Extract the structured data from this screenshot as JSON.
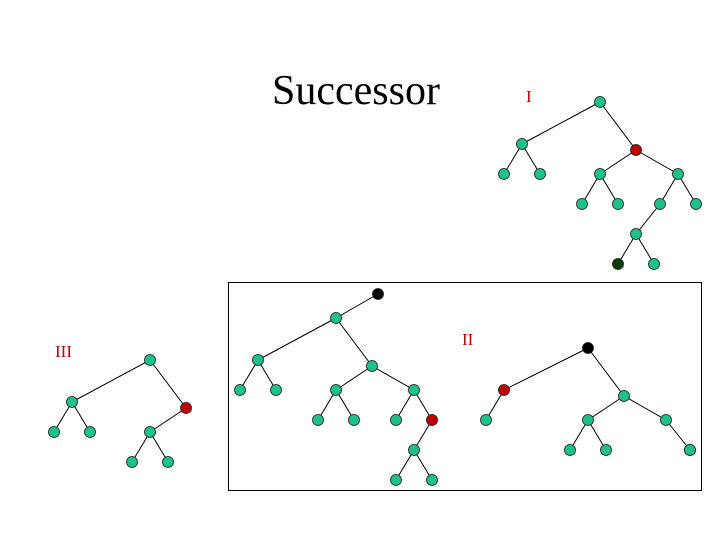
{
  "title": "Successor",
  "labels": {
    "case1": "I",
    "case2": "II",
    "case3": "III"
  },
  "colors": {
    "node_default": "#1ec08c",
    "node_highlight": "#c00000",
    "node_dark": "#000000",
    "node_darkgreen": "#0b3d0b",
    "edge": "#000000"
  },
  "trees": [
    {
      "id": "tree-case-1",
      "nodes": [
        "root",
        "left",
        "right-red",
        "l-left",
        "l-right",
        "r-left",
        "r-right",
        "rl-left",
        "rl-right",
        "rr-left",
        "rr-right",
        "rrl-left-darkgreen",
        "rrl-right"
      ]
    },
    {
      "id": "tree-case-2a",
      "nodes": [
        "parent-black",
        "root",
        "left",
        "right",
        "l-left",
        "l-right",
        "r-left",
        "r-right",
        "rl-left",
        "rl-right",
        "rr-left",
        "rr-right-red",
        "rrr-left",
        "rrr-right"
      ]
    },
    {
      "id": "tree-case-2b",
      "nodes": [
        "root-black",
        "left-red",
        "right",
        "l-left",
        "r-left",
        "r-right",
        "rl-left",
        "rl-right",
        "rr-left",
        "rr-right"
      ]
    },
    {
      "id": "tree-case-3",
      "nodes": [
        "root",
        "left",
        "right-red",
        "l-left",
        "l-right",
        "r-left",
        "rl-left",
        "rl-right"
      ]
    }
  ]
}
